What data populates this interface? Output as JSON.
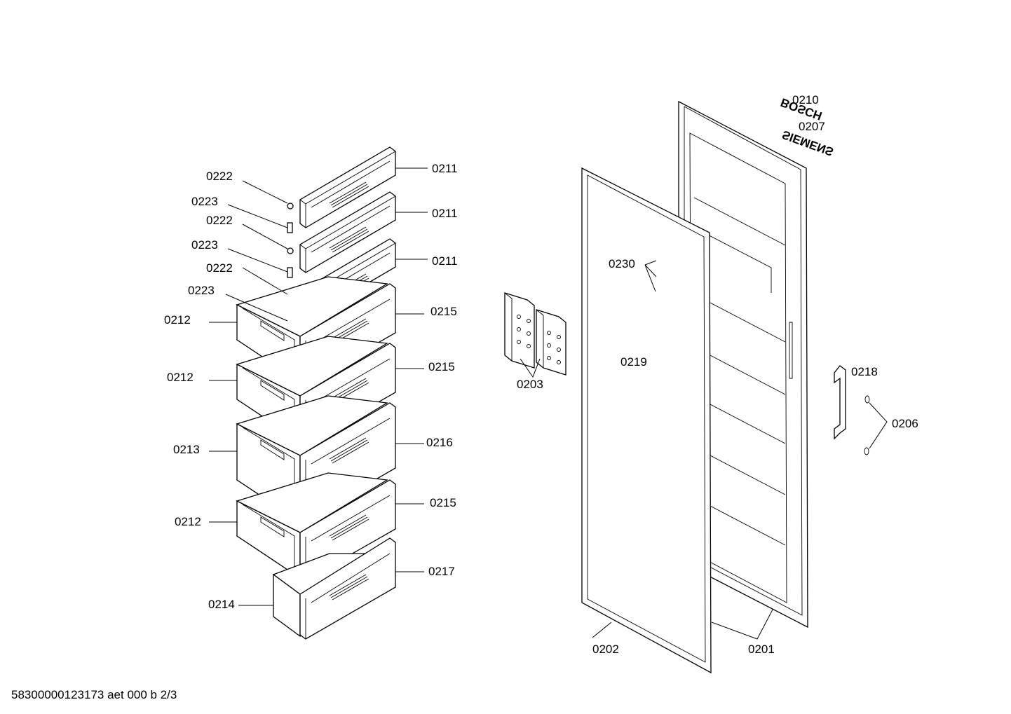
{
  "footer_text": "58300000123173 aet 000 b 2/3",
  "brands": {
    "bosch": "BOSCH",
    "siemens": "SIEMENS"
  },
  "callouts": {
    "c0222_a": "0222",
    "c0223_a": "0223",
    "c0222_b": "0222",
    "c0223_b": "0223",
    "c0222_c": "0222",
    "c0223_c": "0223",
    "c0212_a": "0212",
    "c0212_b": "0212",
    "c0213": "0213",
    "c0212_c": "0212",
    "c0214": "0214",
    "c0211_a": "0211",
    "c0211_b": "0211",
    "c0211_c": "0211",
    "c0215_a": "0215",
    "c0215_b": "0215",
    "c0216": "0216",
    "c0215_c": "0215",
    "c0217": "0217",
    "c0203": "0203",
    "c0230": "0230",
    "c0219": "0219",
    "c0202": "0202",
    "c0201": "0201",
    "c0210": "0210",
    "c0207": "0207",
    "c0218": "0218",
    "c0206": "0206"
  }
}
